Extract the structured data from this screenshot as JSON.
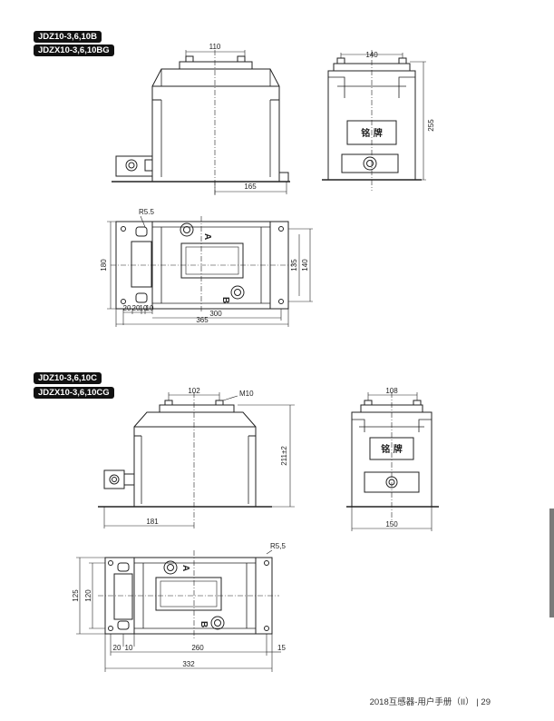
{
  "section1": {
    "models": [
      "JDZ10-3,6,10B",
      "JDZX10-3,6,10BG"
    ],
    "front": {
      "dim_top": "110",
      "dim_bottom": "165"
    },
    "side": {
      "dim_top": "140",
      "dim_height": "255",
      "nameplate": "铭  牌"
    },
    "plan": {
      "radius": "R5.5",
      "dim_height": "180",
      "dim_inner1": "135",
      "dim_inner2": "140",
      "dim_small": [
        "20",
        "20",
        "10",
        "10"
      ],
      "dim_300": "300",
      "dim_365": "365",
      "terminal_a": "A",
      "terminal_b": "B"
    }
  },
  "section2": {
    "models": [
      "JDZ10-3,6,10C",
      "JDZX10-3,6,10CG"
    ],
    "front": {
      "dim_top": "102",
      "bolt": "M10",
      "dim_height": "211±2",
      "dim_bottom": "181"
    },
    "side": {
      "dim_top": "108",
      "dim_bottom": "150",
      "nameplate": "铭 牌"
    },
    "plan": {
      "radius": "R5,5",
      "dim_125": "125",
      "dim_120": "120",
      "dim_small": [
        "20",
        "10"
      ],
      "dim_260": "260",
      "dim_15": "15",
      "dim_332": "332",
      "terminal_a": "A",
      "terminal_b": "B"
    }
  },
  "footer": {
    "text": "2018互感器-用户手册（II） | 29"
  }
}
